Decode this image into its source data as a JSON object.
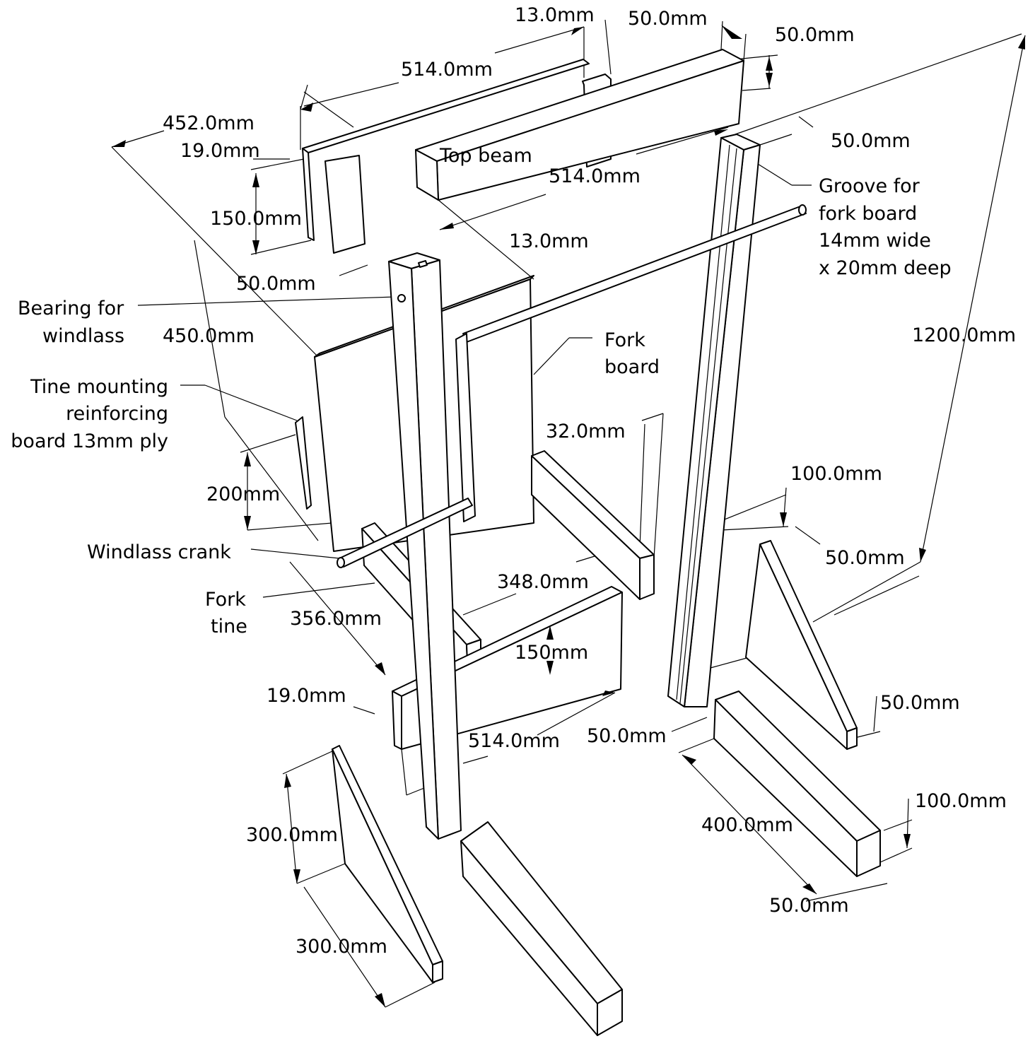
{
  "title": "Exploded isometric view of frame with dimensions",
  "colors": {
    "line": "#000000",
    "background": "#ffffff"
  },
  "callouts": {
    "top_beam": "Top beam",
    "groove": [
      "Groove for",
      "fork board",
      "14mm wide",
      "x 20mm deep"
    ],
    "bearing": [
      "Bearing for",
      "windlass"
    ],
    "fork_board": [
      "Fork",
      "board"
    ],
    "tine_board": [
      "Tine mounting",
      "reinforcing",
      "board 13mm ply"
    ],
    "windlass_crank": "Windlass crank",
    "fork_tine": [
      "Fork",
      "tine"
    ]
  },
  "dimensions": [
    "13.0mm",
    "50.0mm",
    "50.0mm",
    "514.0mm",
    "452.0mm",
    "19.0mm",
    "50.0mm",
    "514.0mm",
    "150.0mm",
    "13.0mm",
    "50.0mm",
    "450.0mm",
    "1200.0mm",
    "32.0mm",
    "100.0mm",
    "200mm",
    "50.0mm",
    "348.0mm",
    "356.0mm",
    "150mm",
    "19.0mm",
    "50.0mm",
    "514.0mm",
    "50.0mm",
    "100.0mm",
    "300.0mm",
    "400.0mm",
    "50.0mm",
    "300.0mm"
  ]
}
